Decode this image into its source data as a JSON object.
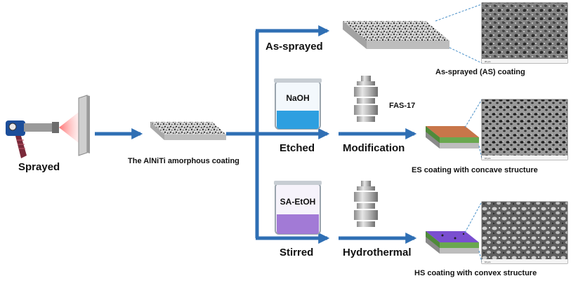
{
  "colors": {
    "arrow": "#2f6fb4",
    "leader": "#4a90c8",
    "beaker_naoh_liquid": "#2e9fe0",
    "beaker_saetoh_liquid": "#a27ad6",
    "es_top": "#c8764a",
    "hs_top": "#7a4fd0",
    "green_layer": "#6aa84f"
  },
  "icons": [
    "spray-gun-icon",
    "weight-icon",
    "beaker-icon"
  ],
  "labels": {
    "sprayed": "Sprayed",
    "amorphous_coating": "The AlNiTi amorphous coating",
    "as_sprayed": "As-sprayed",
    "etched": "Etched",
    "stirred": "Stirred",
    "modification": "Modification",
    "hydrothermal": "Hydrothermal",
    "fas17": "FAS-17",
    "as_coating": "As-sprayed (AS) coating",
    "es_coating": "ES coating with concave structure",
    "hs_coating": "HS coating with convex structure"
  },
  "beakers": {
    "naoh": "NaOH",
    "saetoh": "SA-EtOH"
  },
  "micrographs": {
    "as_caption": "20 μm",
    "es_caption": "10 μm",
    "hs_caption": "10 μm"
  }
}
